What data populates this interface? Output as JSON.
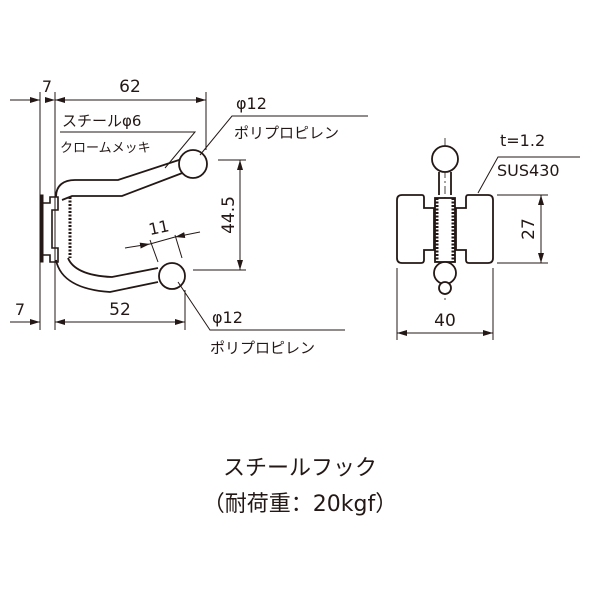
{
  "side_view": {
    "dim_plate": "7",
    "dim_top_length": "62",
    "dim_plate_bottom": "7",
    "dim_bottom_length": "52",
    "dim_height": "44.5",
    "dim_offset": "11",
    "wire_material": "スチールφ6",
    "wire_finish": "クロームメッキ",
    "upper_ball_dia": "φ12",
    "upper_ball_material": "ポリプロピレン",
    "lower_ball_dia": "φ12",
    "lower_ball_material": "ポリプロピレン"
  },
  "front_view": {
    "thickness": "t=1.2",
    "plate_material": "SUS430",
    "dim_height": "27",
    "dim_width": "40"
  },
  "caption": {
    "title": "スチールフック",
    "load": "（耐荷重：20kgf）"
  },
  "colors": {
    "line": "#231815"
  }
}
